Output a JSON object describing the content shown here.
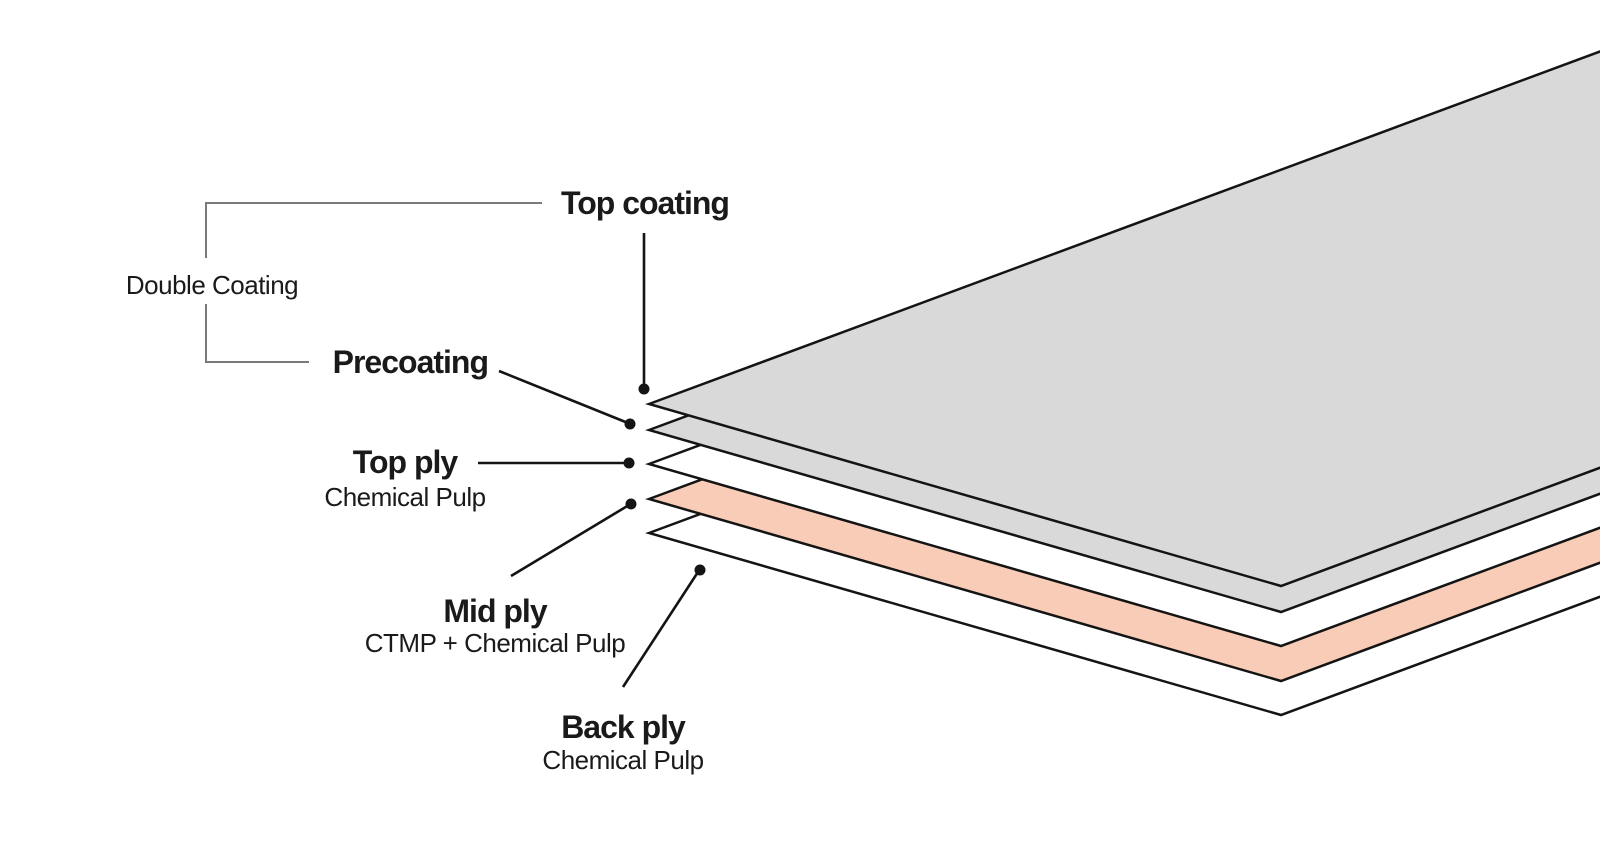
{
  "diagram": {
    "group": {
      "label": "Double Coating"
    },
    "layers": [
      {
        "label": "Top coating",
        "sublabel": "",
        "fill": "#d9d9d9"
      },
      {
        "label": "Precoating",
        "sublabel": "",
        "fill": "#d9d9d9"
      },
      {
        "label": "Top ply",
        "sublabel": "Chemical Pulp",
        "fill": "#ffffff"
      },
      {
        "label": "Mid ply",
        "sublabel": "CTMP + Chemical Pulp",
        "fill": "#f8ccb6"
      },
      {
        "label": "Back ply",
        "sublabel": "Chemical Pulp",
        "fill": "#ffffff"
      }
    ],
    "colors": {
      "sheet_outline": "#141414",
      "leader_line": "#141414",
      "leader_dot": "#141414",
      "bracket": "#7a7a7a",
      "text": "#1a1a1a",
      "gray_fill": "#d9d9d9",
      "peach_fill": "#f8ccb6",
      "white_fill": "#ffffff",
      "background": "#ffffff"
    }
  }
}
